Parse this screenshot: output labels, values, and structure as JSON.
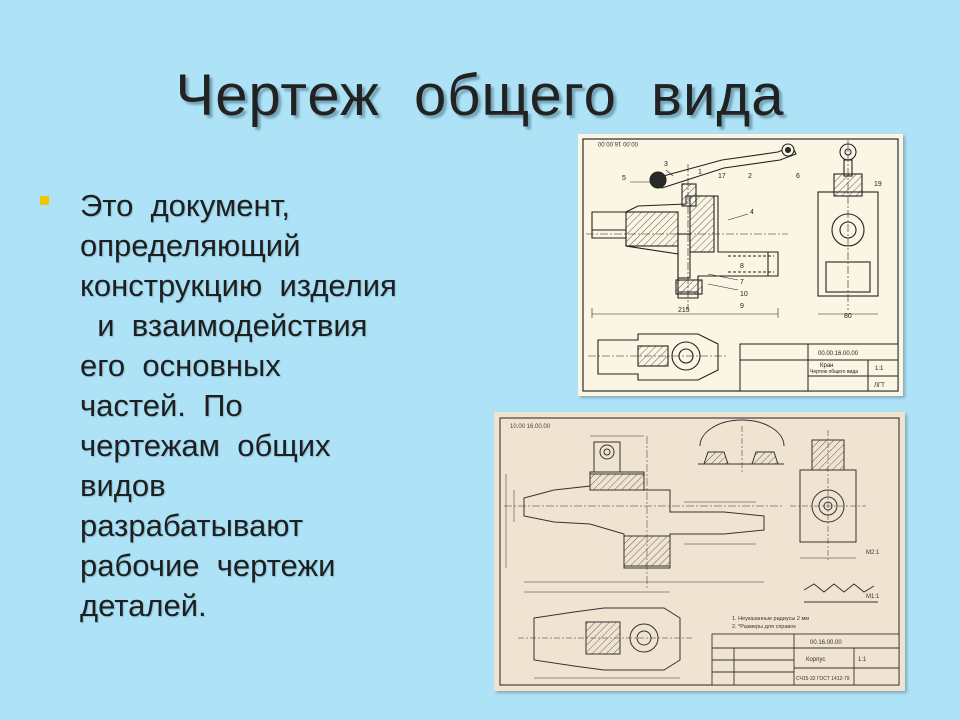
{
  "slide": {
    "title": "Чертеж  общего  вида",
    "bullet_lines": [
      "Это  документ,",
      "определяющий",
      "конструкцию  изделия",
      "  и  взаимодействия",
      "его  основных",
      "частей.  По",
      "чертежам  общих",
      "видов",
      "разрабатывают",
      "рабочие  чертежи",
      "деталей."
    ]
  },
  "drawing_top": {
    "doc_code": "00.00 16.00.00",
    "part_numbers": [
      "5",
      "3",
      "1",
      "2",
      "6",
      "17",
      "4",
      "8",
      "7",
      "10",
      "9",
      "19"
    ],
    "dim_width": "215",
    "dim_width_side": "80",
    "title_block_name": "Кран",
    "title_block_subtitle": "Чертеж общего вида",
    "title_block_code": "00.00.16.00.00",
    "title_block_scale": "1:1",
    "title_block_org": "ЛГТ"
  },
  "drawing_bottom": {
    "doc_code": "10.00 16.00.00",
    "title_block_code": "00.16.00.00",
    "title_block_name": "Корпус",
    "title_block_material": "СЧ15-32 ГОСТ 1412-79",
    "title_block_scale": "1:1",
    "notes_line_1": "1. Неуказанные радиусы 2 мм",
    "notes_line_2": "2. *Размеры для справок",
    "scale_label_a": "М2:1",
    "scale_label_b": "М1:1"
  },
  "colors": {
    "background": "#aee3f7",
    "bullet": "#f2c500",
    "paper_top": "#fbf6e3",
    "paper_bottom": "#f1e3d2",
    "ink": "#2a2a2a"
  }
}
